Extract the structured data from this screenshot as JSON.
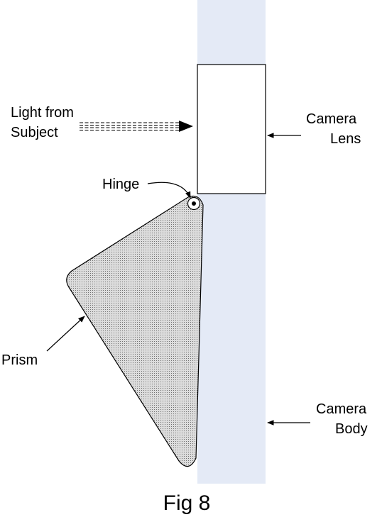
{
  "figure": {
    "caption": "Fig 8",
    "labels": {
      "light_line1": "Light from",
      "light_line2": "Subject",
      "hinge": "Hinge",
      "lens_line1": "Camera",
      "lens_line2": "Lens",
      "prism": "Prism",
      "body_line1": "Camera",
      "body_line2": "Body"
    }
  },
  "colors": {
    "camera_body": "#e4eaf6",
    "lens": "#ffffff",
    "prism_fill": "#dcdcdc",
    "prism_dots": "#555555",
    "stroke": "#000000"
  }
}
